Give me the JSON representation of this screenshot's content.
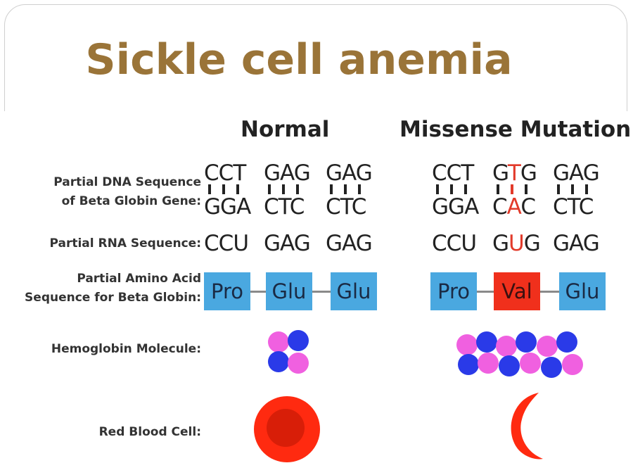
{
  "title": "Sickle cell anemia",
  "columns": {
    "normal": "Normal",
    "mutation": "Missense Mutation"
  },
  "row_labels": {
    "dna": [
      "Partial DNA Sequence",
      "of Beta Globin Gene:"
    ],
    "rna": "Partial RNA Sequence:",
    "amino": [
      "Partial Amino Acid",
      "Sequence for Beta Globin:"
    ],
    "hemoglobin": "Hemoglobin Molecule:",
    "rbc": "Red Blood Cell:"
  },
  "normal": {
    "dna_top": [
      [
        "C",
        "C",
        "T"
      ],
      [
        "G",
        "A",
        "G"
      ],
      [
        "G",
        "A",
        "G"
      ]
    ],
    "dna_bottom": [
      [
        "G",
        "G",
        "A"
      ],
      [
        "C",
        "T",
        "C"
      ],
      [
        "C",
        "T",
        "C"
      ]
    ],
    "rna": [
      [
        "C",
        "C",
        "U"
      ],
      [
        "G",
        "A",
        "G"
      ],
      [
        "G",
        "A",
        "G"
      ]
    ],
    "amino_acids": [
      "Pro",
      "Glu",
      "Glu"
    ]
  },
  "mutation": {
    "dna_top": [
      [
        "C",
        "C",
        "T"
      ],
      [
        "G",
        "T",
        "G"
      ],
      [
        "G",
        "A",
        "G"
      ]
    ],
    "dna_bottom": [
      [
        "G",
        "G",
        "A"
      ],
      [
        "C",
        "A",
        "C"
      ],
      [
        "C",
        "T",
        "C"
      ]
    ],
    "rna": [
      [
        "C",
        "C",
        "U"
      ],
      [
        "G",
        "U",
        "G"
      ],
      [
        "G",
        "A",
        "G"
      ]
    ],
    "amino_acids": [
      "Pro",
      "Val",
      "Glu"
    ],
    "mutated_codon": 1,
    "mutated_base": 1,
    "mutated_amino_acid": 1
  },
  "colors": {
    "title": "#9a7438",
    "highlight": "#e23a2a",
    "amino_box": "#4aa8e0",
    "mutant_box": "#f0301c",
    "hemoglobin_pink": "#f060e0",
    "hemoglobin_blue": "#2a3ae8",
    "rbc_outer": "#ff2a10",
    "rbc_inner": "#d81e08"
  }
}
